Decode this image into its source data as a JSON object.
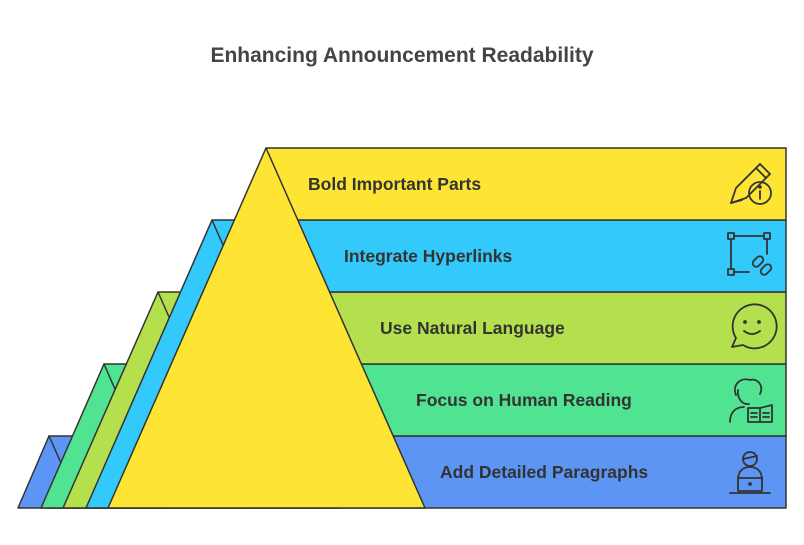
{
  "title": "Enhancing Announcement Readability",
  "layers": [
    {
      "label": "Bold Important Parts",
      "icon": "pencil-info-icon",
      "color": "#FFE533"
    },
    {
      "label": "Integrate Hyperlinks",
      "icon": "link-frame-icon",
      "color": "#33C9FA"
    },
    {
      "label": "Use Natural Language",
      "icon": "speech-smile-icon",
      "color": "#B5E04E"
    },
    {
      "label": "Focus on Human Reading",
      "icon": "person-reading-icon",
      "color": "#4FE392"
    },
    {
      "label": "Add Detailed Paragraphs",
      "icon": "person-laptop-icon",
      "color": "#5C95F4"
    }
  ]
}
